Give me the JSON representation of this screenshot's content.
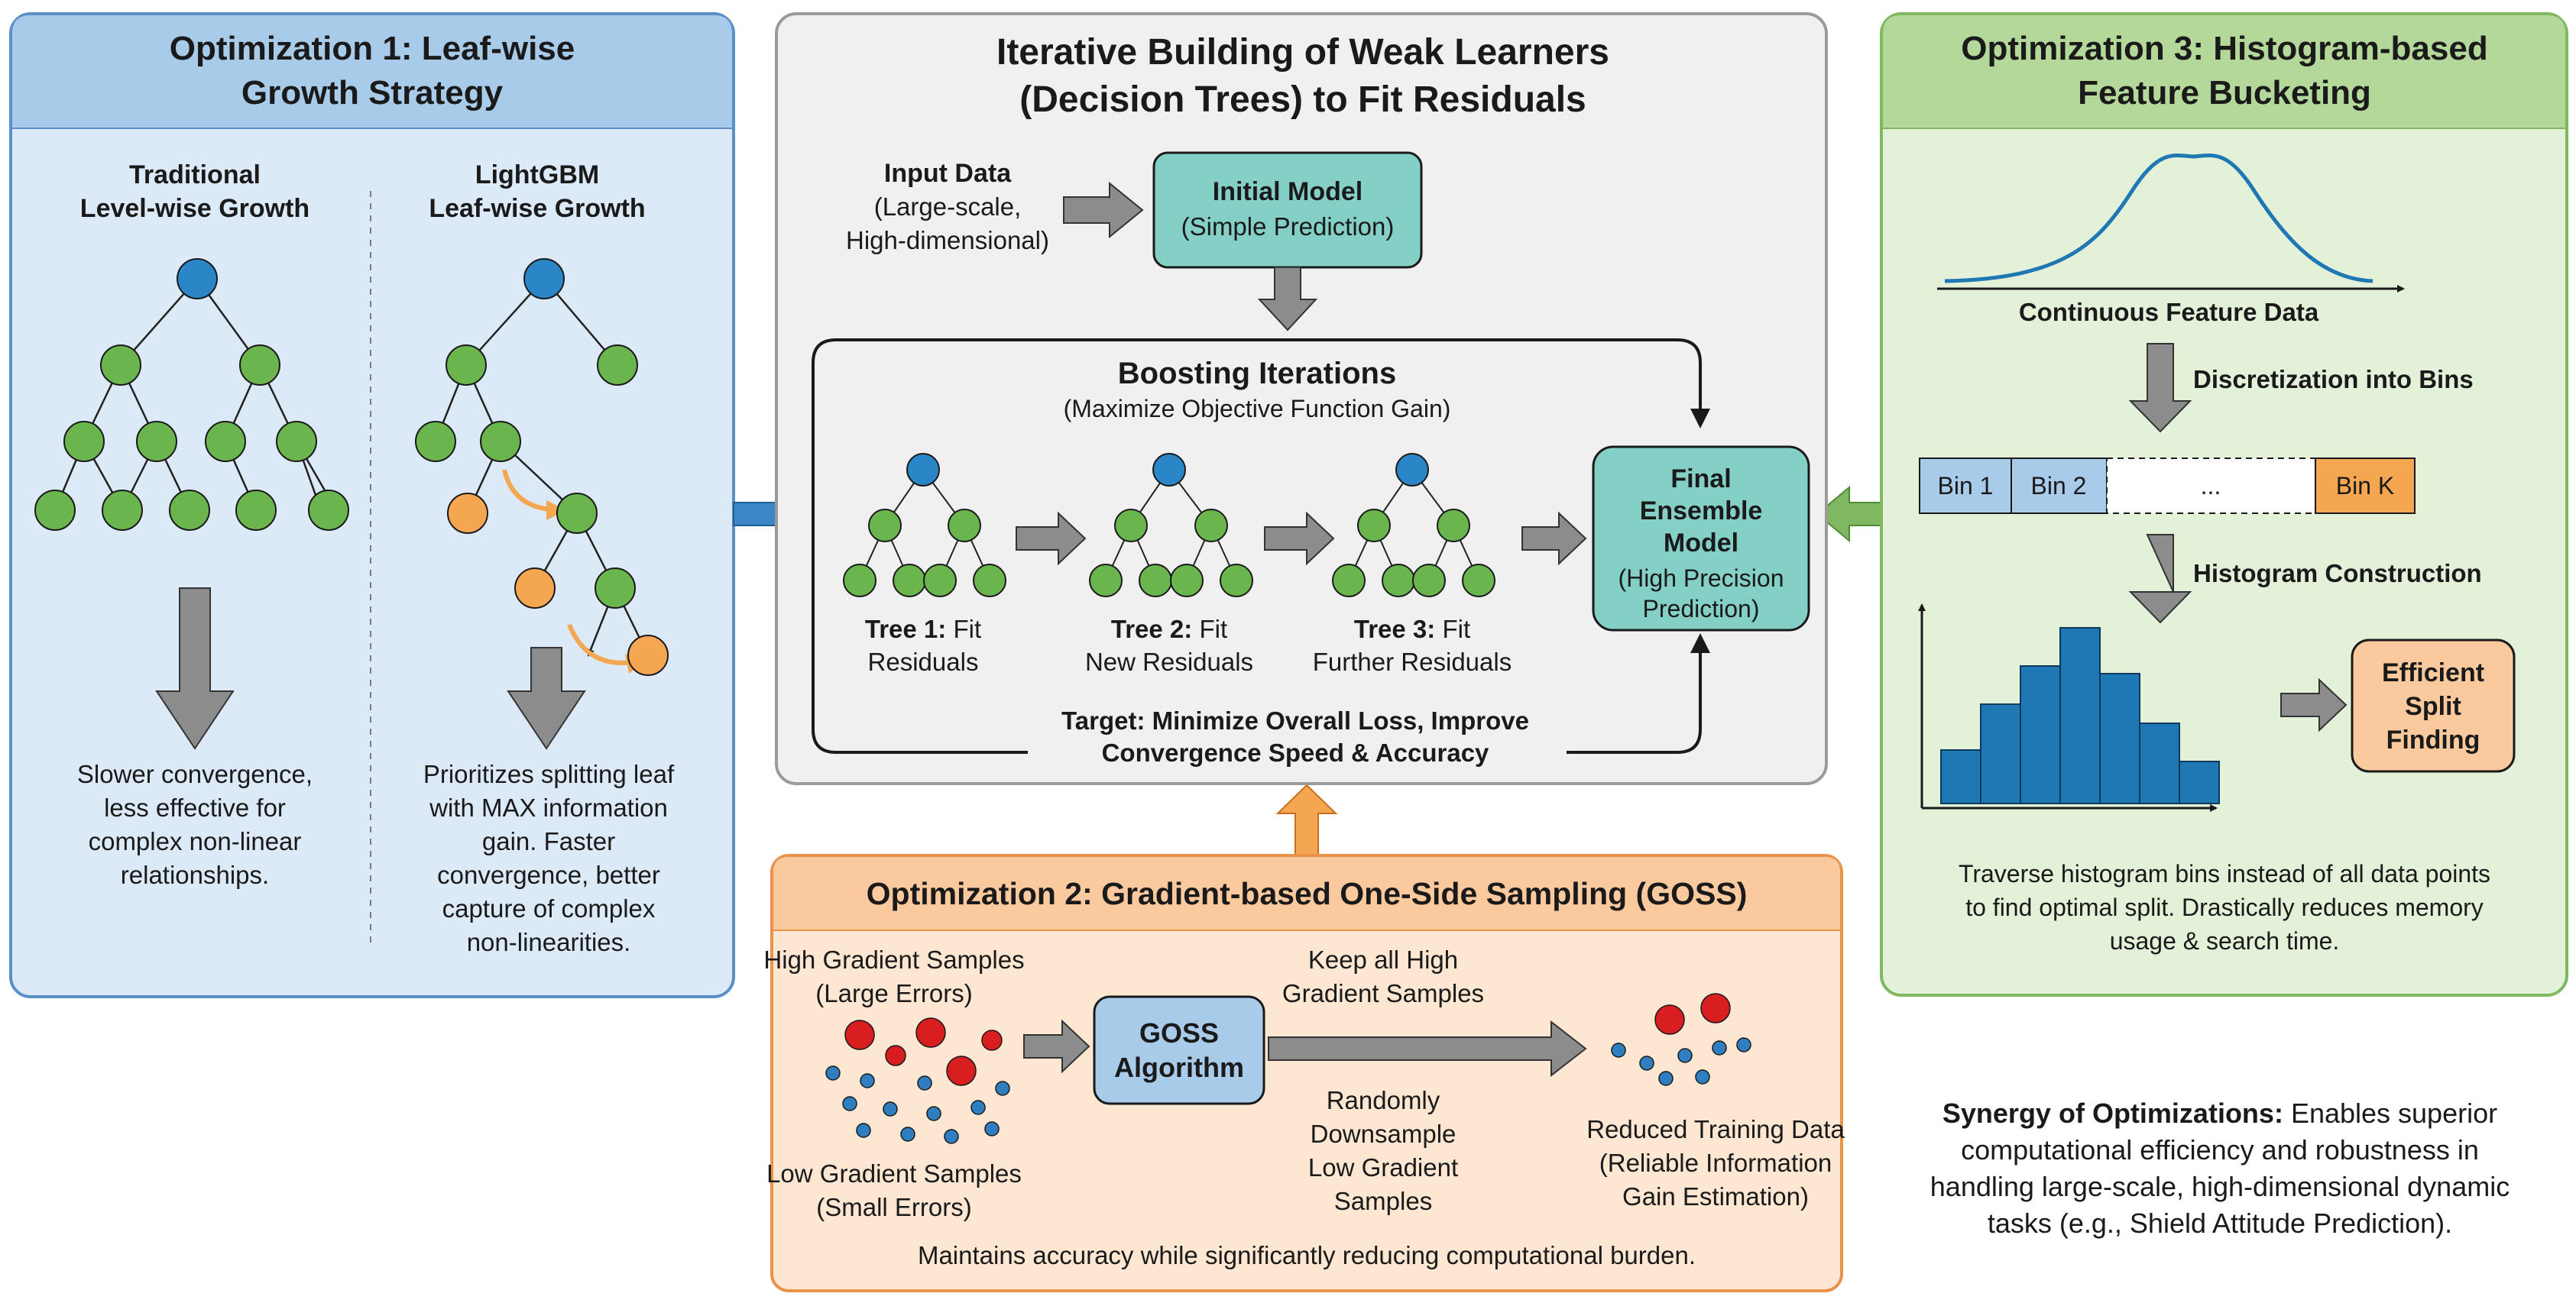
{
  "colors": {
    "blue_panel_fill": "#dce9f6",
    "blue_panel_header": "#a9cbea",
    "blue_panel_border": "#5b8fc8",
    "gray_panel_fill": "#f0f0f0",
    "gray_panel_border": "#9a9a9a",
    "green_panel_fill": "#e3f1d9",
    "green_panel_header": "#b3d89a",
    "green_panel_border": "#7fb861",
    "orange_panel_fill": "#fde6d2",
    "orange_panel_header": "#fbc99e",
    "orange_panel_border": "#e8924a",
    "teal_box": "#84d0c6",
    "node_blue": "#2a86c6",
    "node_green": "#6ab54d",
    "node_orange": "#f5a650",
    "sample_red": "#d81e1e",
    "sample_blue": "#2f7fc0",
    "bar_blue": "#1f77b4",
    "arrow_gray": "#8c8c8c"
  },
  "panel1": {
    "title_line1": "Optimization 1: Leaf-wise",
    "title_line2": "Growth Strategy",
    "left_heading_line1": "Traditional",
    "left_heading_line2": "Level-wise Growth",
    "right_heading_line1": "LightGBM",
    "right_heading_line2": "Leaf-wise Growth",
    "left_desc": [
      "Slower convergence,",
      "less effective for",
      "complex non-linear",
      "relationships."
    ],
    "right_desc": [
      "Prioritizes splitting leaf",
      "with MAX information",
      "gain. Faster",
      "convergence, better",
      "capture of complex",
      "non-linearities."
    ]
  },
  "center": {
    "title_line1": "Iterative Building of Weak Learners",
    "title_line2": "(Decision Trees) to Fit Residuals",
    "input_title": "Input Data",
    "input_sub1": "(Large-scale,",
    "input_sub2": "High-dimensional)",
    "initial_title": "Initial Model",
    "initial_sub": "(Simple Prediction)",
    "boosting_title": "Boosting Iterations",
    "boosting_sub": "(Maximize Objective Function Gain)",
    "trees": [
      {
        "bold": "Tree 1:",
        "rest": " Fit",
        "line2": "Residuals"
      },
      {
        "bold": "Tree 2:",
        "rest": " Fit",
        "line2": "New Residuals"
      },
      {
        "bold": "Tree 3:",
        "rest": " Fit",
        "line2": "Further Residuals"
      }
    ],
    "target_line1": "Target: Minimize Overall Loss, Improve",
    "target_line2": "Convergence Speed & Accuracy",
    "final_line1": "Final",
    "final_line2": "Ensemble",
    "final_line3": "Model",
    "final_sub1": "(High Precision",
    "final_sub2": "Prediction)"
  },
  "panel3": {
    "title_line1": "Optimization 3: Histogram-based",
    "title_line2": "Feature Bucketing",
    "continuous_label": "Continuous Feature Data",
    "discretization_label": "Discretization into Bins",
    "bins": [
      "Bin 1",
      "Bin 2",
      "...",
      "Bin K"
    ],
    "histogram_label": "Histogram Construction",
    "histogram_bars": [
      0.28,
      0.52,
      0.72,
      0.92,
      0.68,
      0.42,
      0.22
    ],
    "efficient_line1": "Efficient",
    "efficient_line2": "Split",
    "efficient_line3": "Finding",
    "desc": [
      "Traverse histogram bins instead of all data points",
      "to find optimal split. Drastically reduces memory",
      "usage & search time."
    ]
  },
  "panel2": {
    "title": "Optimization 2: Gradient-based One-Side Sampling (GOSS)",
    "high_line1": "High Gradient Samples",
    "high_line2": "(Large Errors)",
    "low_line1": "Low Gradient Samples",
    "low_line2": "(Small Errors)",
    "goss_line1": "GOSS",
    "goss_line2": "Algorithm",
    "keep_line1": "Keep all High",
    "keep_line2": "Gradient Samples",
    "random_lines": [
      "Randomly",
      "Downsample",
      "Low Gradient",
      "Samples"
    ],
    "reduced_line1": "Reduced Training Data",
    "reduced_line2": "(Reliable Information",
    "reduced_line3": "Gain Estimation)",
    "footer": "Maintains accuracy while significantly reducing computational burden."
  },
  "synergy": {
    "bold": "Synergy of Optimizations:",
    "line1_rest": " Enables superior",
    "lines": [
      "computational efficiency and robustness in",
      "handling large-scale, high-dimensional dynamic",
      "tasks (e.g., Shield Attitude Prediction)."
    ]
  }
}
